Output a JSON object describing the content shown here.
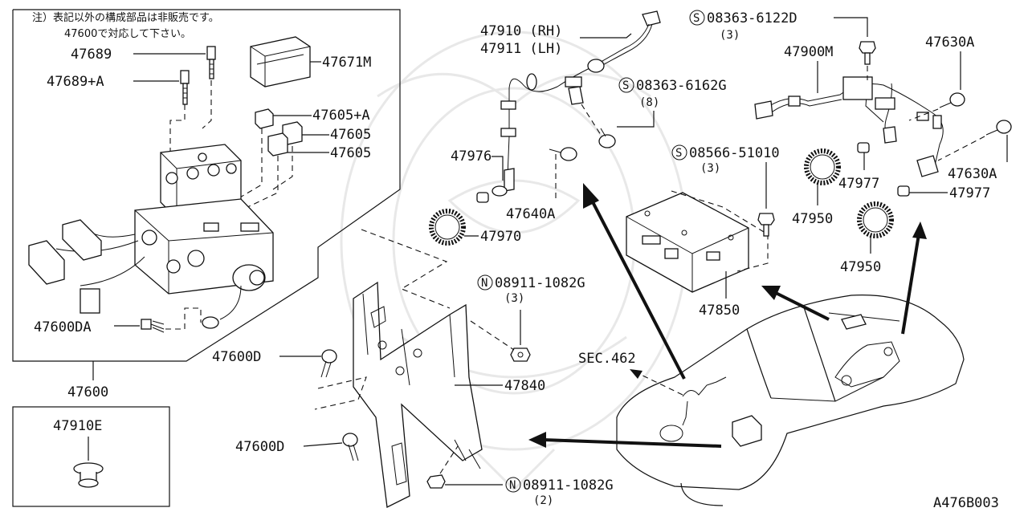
{
  "note": {
    "line1": "注）表記以外の構成部品は非販売です。",
    "line2": "47600で対応して下さい。"
  },
  "parts": {
    "p47689": "47689",
    "p47689a": "47689+A",
    "p47671m": "47671M",
    "p47605a": "47605+A",
    "p47605_1": "47605",
    "p47605_2": "47605",
    "p47600da": "47600DA",
    "p47600": "47600",
    "p47910e": "47910E",
    "p47910": "47910 (RH)",
    "p47911": "47911 (LH)",
    "p47976": "47976",
    "p47640a": "47640A",
    "p47970": "47970",
    "p47840": "47840",
    "p47600d_1": "47600D",
    "p47600d_2": "47600D",
    "p47850": "47850",
    "p47900m": "47900M",
    "p47630a_1": "47630A",
    "p47630a_2": "47630A",
    "p47977_1": "47977",
    "p47977_2": "47977",
    "p47950_1": "47950",
    "p47950_2": "47950",
    "sec462": "SEC.462"
  },
  "fasteners": {
    "s1": {
      "symbol": "S",
      "number": "08363-6122D",
      "qty": "(3)"
    },
    "s2": {
      "symbol": "S",
      "number": "08363-6162G",
      "qty": "(8)"
    },
    "s3": {
      "symbol": "S",
      "number": "08566-51010",
      "qty": "(3)"
    },
    "n1": {
      "symbol": "N",
      "number": "08911-1082G",
      "qty": "(3)"
    },
    "n2": {
      "symbol": "N",
      "number": "08911-1082G",
      "qty": "(2)"
    }
  },
  "diagram_code": "A476B003"
}
